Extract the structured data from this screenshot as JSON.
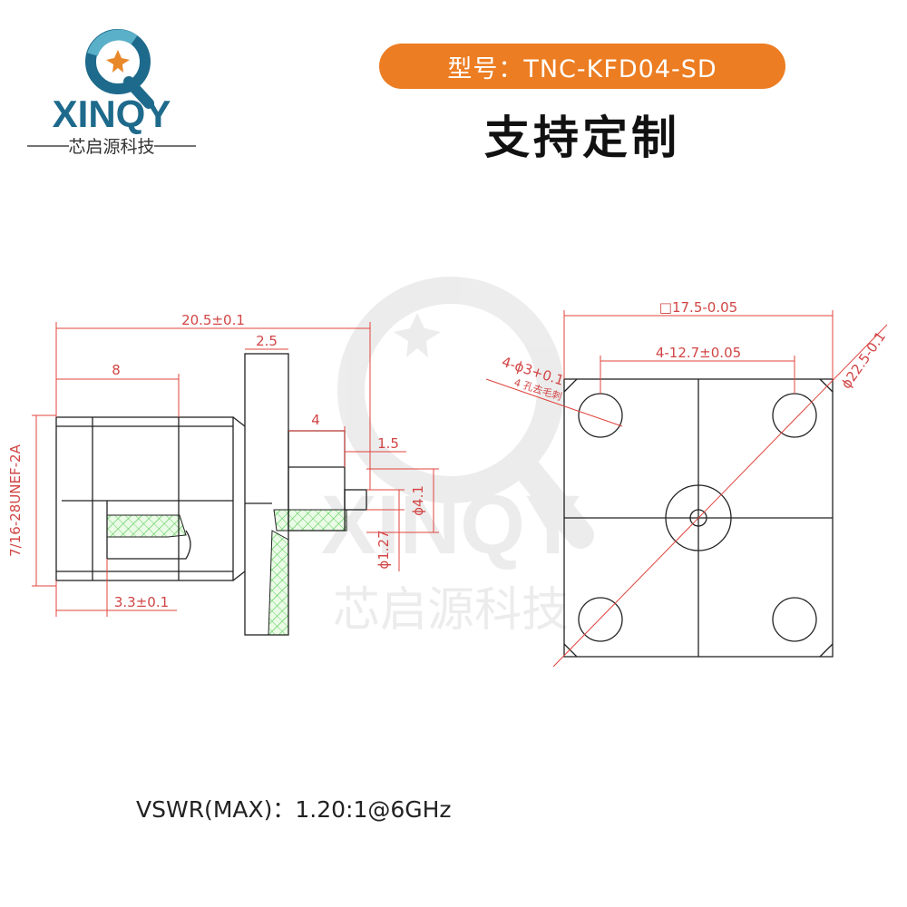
{
  "brand": {
    "name": "XINQY",
    "tagline": "芯启源科技",
    "colors": {
      "primary": "#1e6a8c",
      "accent": "#5ab0c8",
      "star": "#e8882a"
    }
  },
  "header": {
    "model_label": "型号：TNC-KFD04-SD",
    "custom_text": "支持定制",
    "pill_color": "#ec7d22"
  },
  "drawing": {
    "side_view": {
      "overall_length": "20.5±0.1",
      "flange_thickness": "2.5",
      "thread_length": "8",
      "pin_length": "4",
      "pin_tip": "1.5",
      "thread_spec": "7/16-28UNEF-2A",
      "offset": "3.3±0.1",
      "insulator_dia": "ϕ4.1",
      "pin_dia": "ϕ1.27"
    },
    "front_view": {
      "flange_size": "□17.5-0.05",
      "hole_spacing": "4-12.7±0.05",
      "hole_dia": "4-ϕ3+0.1",
      "hole_note": "4 孔去毛刺",
      "diagonal": "ϕ22.5-0.1"
    },
    "watermark": {
      "name": "XINQY",
      "tagline": "芯启源科技"
    }
  },
  "footer": {
    "vswr": "VSWR(MAX)：1.20:1@6GHz"
  }
}
